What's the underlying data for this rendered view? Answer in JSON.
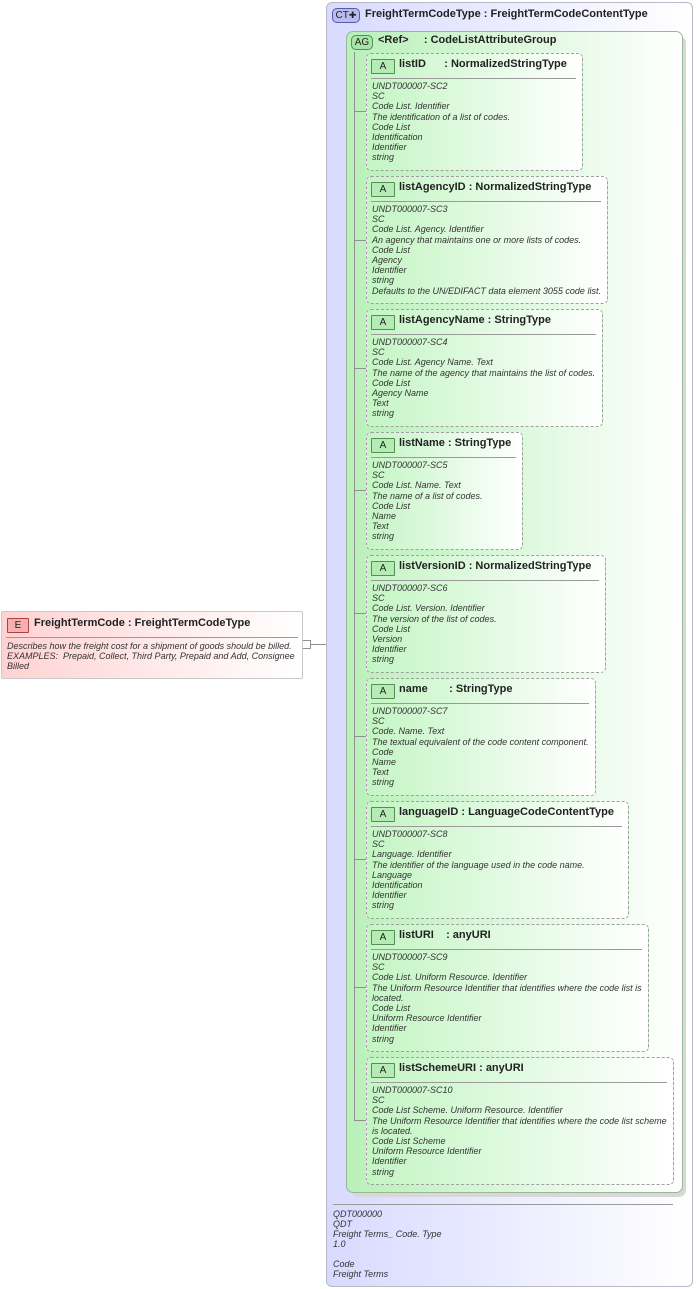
{
  "element": {
    "badge": "E",
    "name": "FreightTermCode",
    "type": "FreightTermCodeType",
    "doc": [
      "Describes how the freight cost for a shipment of goods should be billed.",
      "EXAMPLES:  Prepaid, Collect, Third Party, Prepaid and Add, Consignee Billed"
    ]
  },
  "complex_type": {
    "badge": "CT",
    "name": "FreightTermCodeType",
    "base": "FreightTermCodeContentType",
    "doc": [
      "QDT000000",
      "QDT",
      "Freight Terms_ Code. Type",
      "1.0",
      "",
      "Code",
      "Freight Terms"
    ]
  },
  "attribute_group": {
    "badge": "AG",
    "name": "<Ref>",
    "type": "CodeListAttributeGroup"
  },
  "attributes": [
    {
      "name": "listID",
      "type": "NormalizedStringType",
      "doc": [
        "UNDT000007-SC2",
        "SC",
        "Code List. Identifier",
        "The identification of a list of codes.",
        "Code List",
        "Identification",
        "Identifier",
        "string"
      ]
    },
    {
      "name": "listAgencyID",
      "type": "NormalizedStringType",
      "doc": [
        "UNDT000007-SC3",
        "SC",
        "Code List. Agency. Identifier",
        "An agency that maintains one or more lists of codes.",
        "Code List",
        "Agency",
        "Identifier",
        "string",
        "Defaults to the UN/EDIFACT data element 3055 code list."
      ]
    },
    {
      "name": "listAgencyName",
      "type": "StringType",
      "doc": [
        "UNDT000007-SC4",
        "SC",
        "Code List. Agency Name. Text",
        "The name of the agency that maintains the list of codes.",
        "Code List",
        "Agency Name",
        "Text",
        "string"
      ]
    },
    {
      "name": "listName",
      "type": "StringType",
      "doc": [
        "UNDT000007-SC5",
        "SC",
        "Code List. Name. Text",
        "The name of a list of codes.",
        "Code List",
        "Name",
        "Text",
        "string"
      ]
    },
    {
      "name": "listVersionID",
      "type": "NormalizedStringType",
      "doc": [
        "UNDT000007-SC6",
        "SC",
        "Code List. Version. Identifier",
        "The version of the list of codes.",
        "Code List",
        "Version",
        "Identifier",
        "string"
      ]
    },
    {
      "name": "name",
      "type": "StringType",
      "doc": [
        "UNDT000007-SC7",
        "SC",
        "Code. Name. Text",
        "The textual equivalent of the code content component.",
        "Code",
        "Name",
        "Text",
        "string"
      ]
    },
    {
      "name": "languageID",
      "type": "LanguageCodeContentType",
      "doc": [
        "UNDT000007-SC8",
        "SC",
        "Language. Identifier",
        "The identifier of the language used in the code name.",
        "Language",
        "Identification",
        "Identifier",
        "string"
      ]
    },
    {
      "name": "listURI",
      "type": "anyURI",
      "doc": [
        "UNDT000007-SC9",
        "SC",
        "Code List. Uniform Resource. Identifier",
        "The Uniform Resource Identifier that identifies where the code list is located.",
        "Code List",
        "Uniform Resource Identifier",
        "Identifier",
        "string"
      ]
    },
    {
      "name": "listSchemeURI",
      "type": "anyURI",
      "doc": [
        "UNDT000007-SC10",
        "SC",
        "Code List Scheme. Uniform Resource. Identifier",
        "The Uniform Resource Identifier that identifies where the code list scheme is located.",
        "Code List Scheme",
        "Uniform Resource Identifier",
        "Identifier",
        "string"
      ]
    }
  ]
}
